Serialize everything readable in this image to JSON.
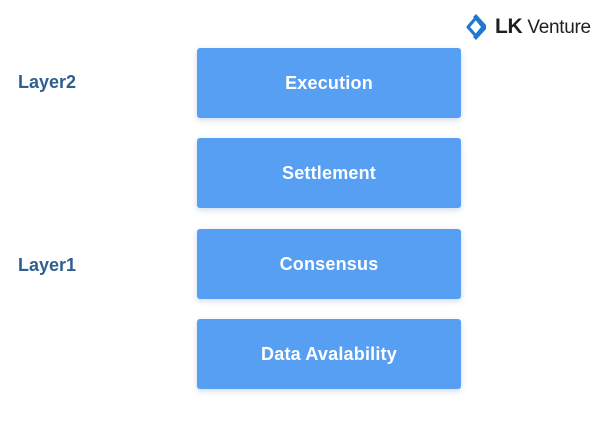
{
  "logo": {
    "mark_icon": "lk-venture-mark-icon",
    "brand_bold": "LK",
    "brand_rest": " Venture"
  },
  "labels": {
    "layer2": "Layer2",
    "layer1": "Layer1"
  },
  "blocks": [
    {
      "label": "Execution"
    },
    {
      "label": "Settlement"
    },
    {
      "label": "Consensus"
    },
    {
      "label": "Data Avalability"
    }
  ],
  "colors": {
    "block_fill": "#579ff2",
    "block_text": "#ffffff",
    "layer_label": "#2f5f8e",
    "logo_mark": "#1e78d2"
  }
}
